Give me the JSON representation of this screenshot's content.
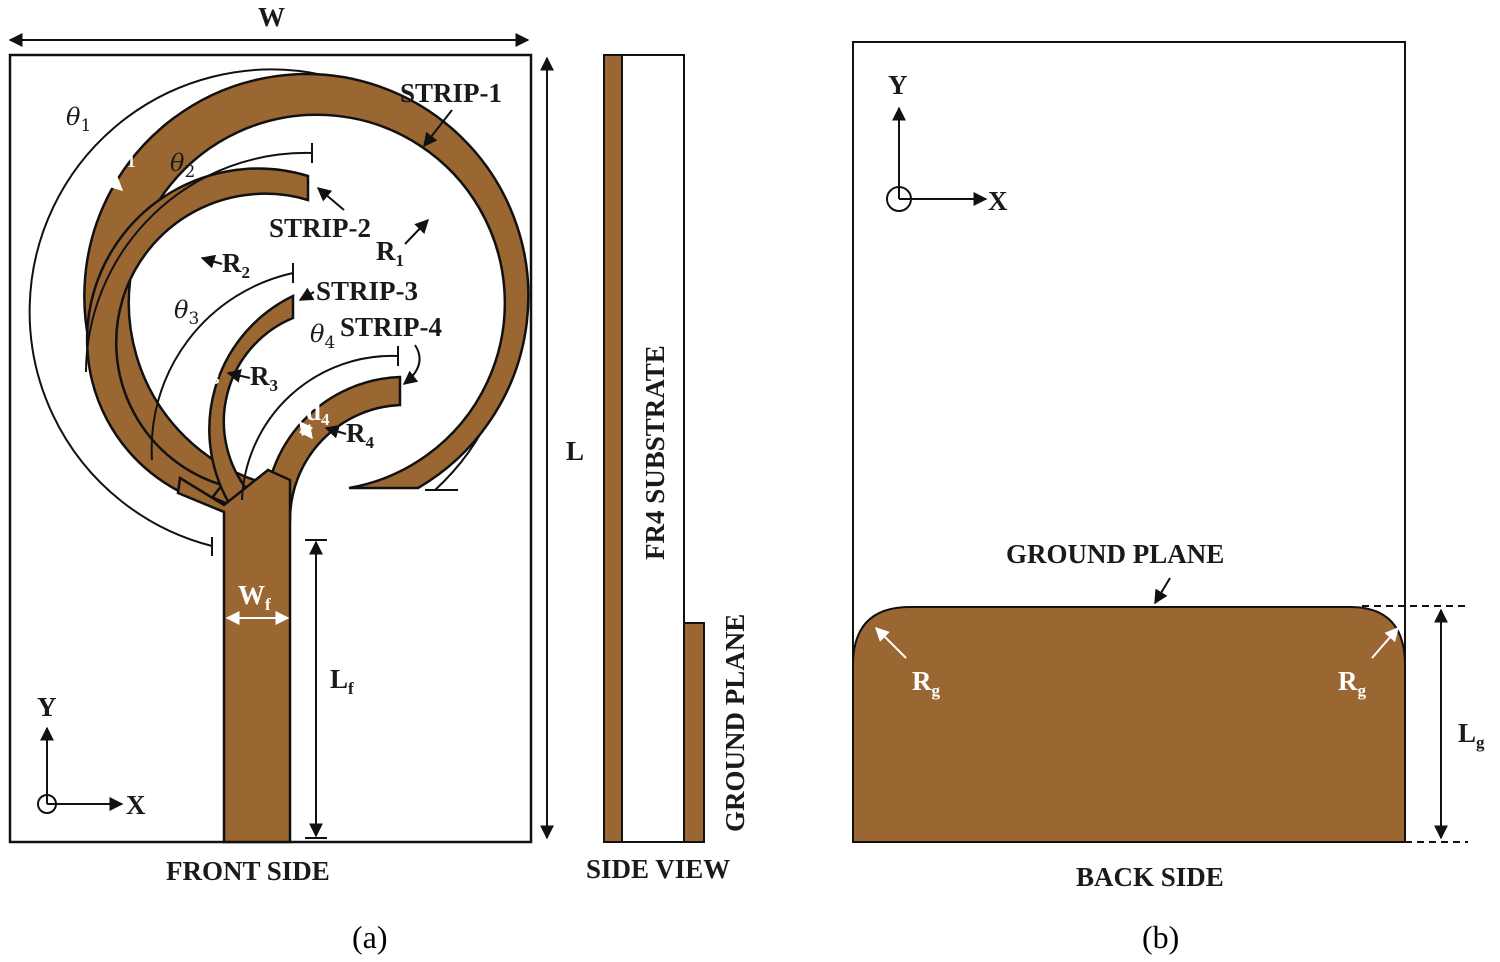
{
  "colors": {
    "copper": "#9a6732",
    "outline": "#111111",
    "background": "#ffffff"
  },
  "panel_a": {
    "caption": "(a)",
    "front_side": {
      "title": "FRONT SIDE",
      "dim_width": "W",
      "dim_length": "L",
      "strip1": "STRIP-1",
      "strip2": "STRIP-2",
      "strip3": "STRIP-3",
      "strip4": "STRIP-4",
      "theta": "θ",
      "n1": "1",
      "n2": "2",
      "n3": "3",
      "n4": "4",
      "d": "d",
      "R": "R",
      "W_main": "W",
      "W_sub": "f",
      "L_main": "L",
      "L_sub": "f",
      "axis_y": "Y",
      "axis_x": "X"
    },
    "side_view": {
      "title": "SIDE VIEW",
      "substrate": "FR4 SUBSTRATE",
      "ground": "GROUND PLANE"
    }
  },
  "panel_b": {
    "caption": "(b)",
    "title": "BACK SIDE",
    "ground": "GROUND PLANE",
    "Rg_main": "R",
    "Rg_sub": "g",
    "Lg_main": "L",
    "Lg_sub": "g",
    "axis_y": "Y",
    "axis_x": "X"
  }
}
